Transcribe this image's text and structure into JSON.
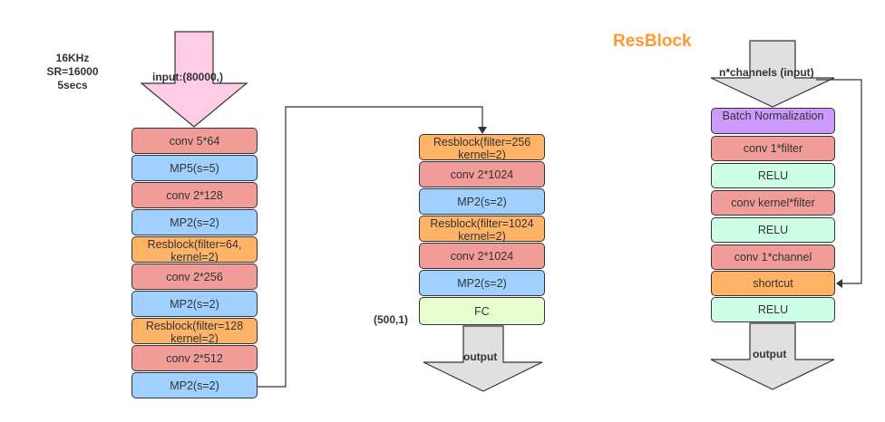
{
  "input_info": [
    "16KHz",
    "SR=16000",
    "5secs"
  ],
  "col1": {
    "input_label": "input:(80000,)",
    "blocks": [
      "conv 5*64",
      "MP5(s=5)",
      "conv 2*128",
      "MP2(s=2)",
      "Resblock(filter=64, kernel=2)",
      "conv 2*256",
      "MP2(s=2)",
      "Resblock(filter=128 kernel=2)",
      "conv 2*512",
      "MP2(s=2)"
    ]
  },
  "col2": {
    "blocks": [
      "Resblock(filter=256 kernel=2)",
      "conv 2*1024",
      "MP2(s=2)",
      "Resblock(filter=1024 kernel=2)",
      "conv 2*1024",
      "MP2(s=2)",
      "FC"
    ],
    "fc_shape": "(500,1)",
    "output_label": "output"
  },
  "resblock": {
    "title": "ResBlock",
    "input_label": "n*channels (input)",
    "blocks": [
      "Batch Normalization",
      "conv 1*filter",
      "RELU",
      "conv kernel*filter",
      "RELU",
      "conv 1*channel",
      "shortcut",
      "RELU"
    ],
    "output_label": "output"
  },
  "colors": {
    "conv": "#f19c99",
    "pool": "#9fd0ff",
    "resblock": "#ffb366",
    "relu": "#ccffe6",
    "batchnorm": "#cc99ff",
    "fc": "#e6ffcc",
    "input_arrow": "#ffcce6",
    "output_arrow": "#e0e0e0",
    "title": "#ff9933"
  }
}
